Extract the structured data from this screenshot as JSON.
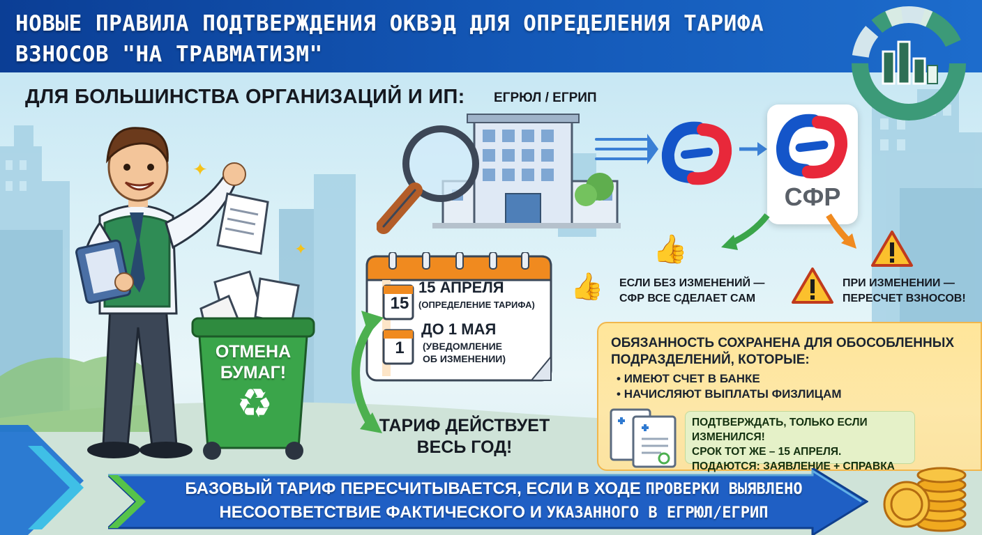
{
  "header": {
    "title": "НОВЫЕ ПРАВИЛА ПОДТВЕРЖДЕНИЯ ОКВЭД ДЛЯ ОПРЕДЕЛЕНИЯ ТАРИФА ВЗНОСОВ \"НА ТРАВМАТИЗМ\""
  },
  "subtitle": "ДЛЯ БОЛЬШИНСТВА ОРГАНИЗАЦИЙ И ИП:",
  "registry_label": "ЕГРЮЛ / ЕГРИП",
  "sfr_label": "СФР",
  "bin": {
    "label_line1": "ОТМЕНА",
    "label_line2": "БУМАГ!"
  },
  "calendar": {
    "entry1": {
      "day": "15",
      "title": "15 АПРЕЛЯ",
      "note": "(ОПРЕДЕЛЕНИЕ ТАРИФА)"
    },
    "entry2": {
      "day": "1",
      "title": "ДО 1 МАЯ",
      "note_line1": "(УВЕДОМЛЕНИЕ",
      "note_line2": "ОБ ИЗМЕНЕНИИ)"
    }
  },
  "tariff_note": {
    "line1": "ТАРИФ ДЕЙСТВУЕТ",
    "line2": "ВЕСЬ ГОД!"
  },
  "no_change": {
    "line1": "ЕСЛИ БЕЗ ИЗМЕНЕНИЙ —",
    "line2": "СФР ВСЕ СДЕЛАЕТ САМ"
  },
  "on_change": {
    "line1": "ПРИ ИЗМЕНЕНИИ —",
    "line2": "ПЕРЕСЧЕТ ВЗНОСОВ!"
  },
  "obligation": {
    "title_line1": "ОБЯЗАННОСТЬ СОХРАНЕНА ДЛЯ ОБОСОБЛЕННЫХ",
    "title_line2": "ПОДРАЗДЕЛЕНИЙ, КОТОРЫЕ:",
    "bullets": [
      "ИМЕЮТ СЧЕТ В БАНКЕ",
      "НАЧИСЛЯЮТ ВЫПЛАТЫ ФИЗЛИЦАМ"
    ],
    "note_line1": "ПОДТВЕРЖДАТЬ, ТОЛЬКО ЕСЛИ ИЗМЕНИЛСЯ!",
    "note_line2": "СРОК ТОТ ЖЕ – 15 АПРЕЛЯ.",
    "note_line3": "ПОДАЮТСЯ: ЗАЯВЛЕНИЕ + СПРАВКА"
  },
  "footer": {
    "line1_a": "БАЗОВЫЙ ТАРИФ ПЕРЕСЧИТЫВАЕТСЯ, ЕСЛИ В ХОДЕ ",
    "line1_b": "ПРОВЕРКИ ВЫЯВЛЕНО",
    "line2_a": "НЕСООТВЕТСТВИЕ ФАКТИЧЕСКОГО И ",
    "line2_b": "УКАЗАННОГО В ЕГРЮЛ/ЕГРИП"
  },
  "colors": {
    "header_blue": "#0b3e95",
    "sfr_blue": "#1455c9",
    "sfr_red": "#e8283a",
    "bin_green": "#3aa54a",
    "calendar_orange": "#f08a1f",
    "warning_yellow": "#fbc02d",
    "footer_blue": "#1f5fc4"
  },
  "icons": [
    "magnifier-icon",
    "office-building-icon",
    "sfr-logo-icon",
    "thumbs-up-icon",
    "warning-icon",
    "recycle-icon",
    "documents-icon",
    "coins-icon",
    "chart-logo-icon",
    "calendar-icon"
  ]
}
